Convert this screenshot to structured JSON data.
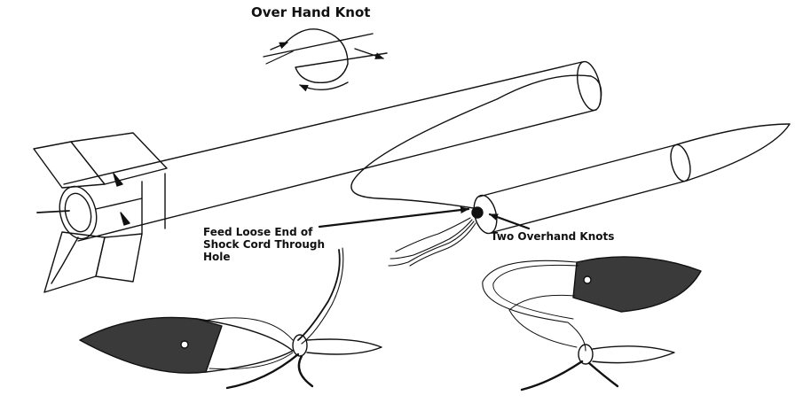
{
  "labels": {
    "title": "Over Hand Knot",
    "feed_line1": "Feed Loose End of",
    "feed_line2": "Shock Cord Through",
    "feed_line3": "Hole",
    "knots": "Two Overhand Knots"
  },
  "colors": {
    "ink": "#111111",
    "parachute_fill": "#3a3a3a",
    "background": "#ffffff"
  }
}
